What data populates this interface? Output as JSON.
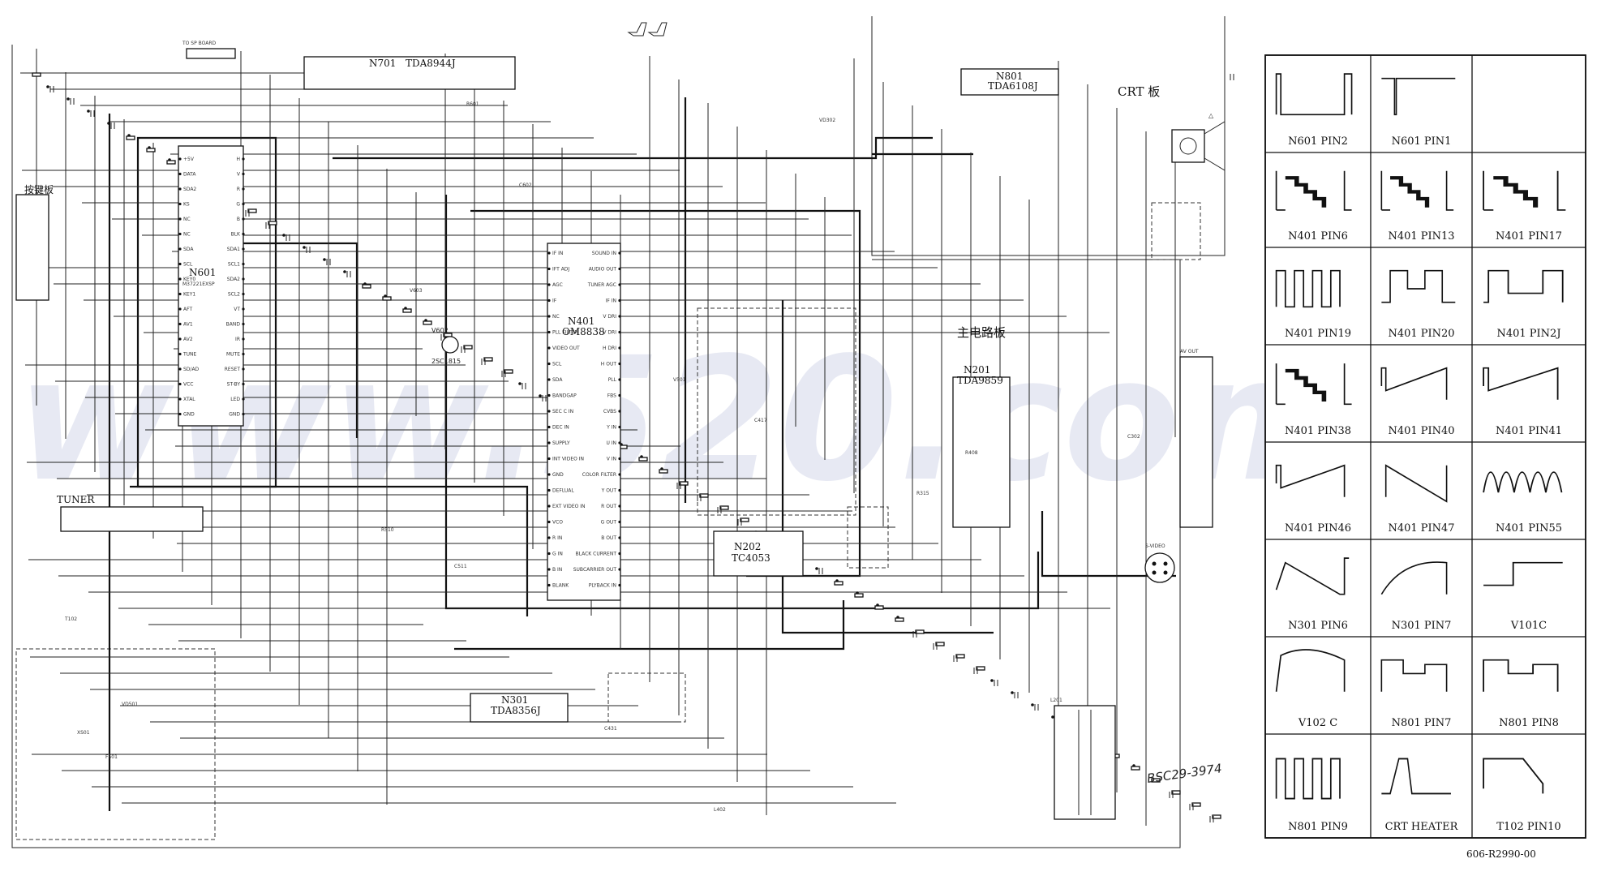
{
  "sheet": {
    "board_labels": {
      "crt_board": "CRT 板",
      "main_board": "主电路板"
    },
    "handwritten_note": "BSC29-3974",
    "doc_number": "606-R2990-00",
    "watermark": "www.520.com"
  },
  "ics": {
    "n701": {
      "ref": "N701",
      "part": "TDA8944J"
    },
    "n801": {
      "ref": "N801",
      "part": "TDA6108J"
    },
    "n601": {
      "ref": "N601",
      "part": "M37221EXSP"
    },
    "n401": {
      "ref": "N401",
      "part": "OM8838"
    },
    "n201": {
      "ref": "N201",
      "part": "TDA9859"
    },
    "n202": {
      "ref": "N202",
      "part": "TC4053"
    },
    "n301": {
      "ref": "N301",
      "part": "TDA8356J"
    },
    "v602": {
      "ref": "V602",
      "part": "2SC1815"
    }
  },
  "ic_pins": {
    "n601_left": [
      "+5V",
      "DATA",
      "SDA2",
      "KS",
      "NC",
      "NC",
      "SDA",
      "SCL",
      "KEY0",
      "KEY1",
      "AFT",
      "AV1",
      "AV2",
      "TUNE",
      "SD/AD",
      "VCC",
      "XTAL",
      "GND"
    ],
    "n601_right": [
      "H",
      "V",
      "R",
      "G",
      "B",
      "BLK",
      "SDA1",
      "SCL1",
      "SDA2",
      "SCL2",
      "VT",
      "BAND",
      "IR",
      "MUTE",
      "RESET",
      "ST-BY",
      "LED",
      "GND"
    ],
    "n401_left": [
      "IF IN",
      "IFT ADJ",
      "AGC",
      "IF",
      "NC",
      "PLL FILTER",
      "VIDEO OUT",
      "SCL",
      "SDA",
      "BANDGAP",
      "SEC C IN",
      "DEC IN",
      "SUPPLY",
      "INT VIDEO IN",
      "GND",
      "DEFLUAL",
      "EXT VIDEO IN",
      "VCO",
      "R IN",
      "G IN",
      "B IN",
      "BLANK"
    ],
    "n401_right": [
      "SOUND IN",
      "AUDIO OUT",
      "TUNER AGC",
      "IF IN",
      "V DRI",
      "V DRI",
      "H DRI",
      "H OUT",
      "PLL",
      "FBS",
      "CVBS",
      "Y IN",
      "U IN",
      "V IN",
      "COLOR FILTER",
      "Y OUT",
      "R OUT",
      "G OUT",
      "B OUT",
      "BLACK CURRENT",
      "SUBCARRIER OUT",
      "PLYBACK IN"
    ]
  },
  "waveform_captions": [
    "N601 PIN2",
    "N601 PIN1",
    "N401 PIN6",
    "N401 PIN13",
    "N401 PIN17",
    "N401 PIN19",
    "N401 PIN20",
    "N401 PIN2J",
    "N401 PIN38",
    "N401 PIN40",
    "N401 PIN41",
    "N401 PIN46",
    "N401 PIN47",
    "N401 PIN55",
    "N301 PIN6",
    "N301 PIN7",
    "V101C",
    "V102 C",
    "N801 PIN7",
    "N801 PIN8",
    "N801 PIN9",
    "CRT HEATER",
    "T102 PIN10"
  ],
  "connectors": {
    "key_board": "按键板",
    "tuner": "TUNER",
    "av_out": "AV OUT",
    "s_video": "S-VIDEO",
    "speaker": "TO SP BOARD"
  },
  "misc_labels": [
    "R601",
    "C602",
    "V603",
    "R408",
    "C417",
    "L201",
    "T102",
    "XS01",
    "F501",
    "VD501",
    "R510",
    "C511",
    "V501",
    "L402",
    "C431",
    "R315",
    "C302",
    "VD302"
  ]
}
